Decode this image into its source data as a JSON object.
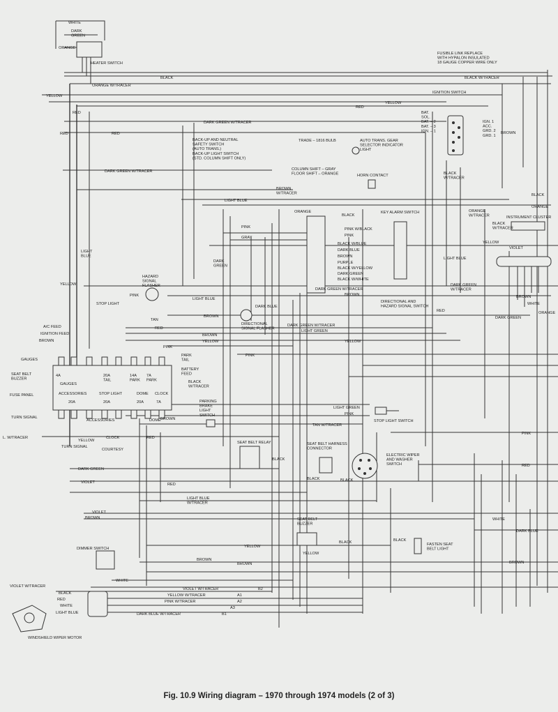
{
  "caption": "Fig. 10.9 Wiring diagram – 1970 through 1974 models (2 of 3)",
  "labels": {
    "white_top": "WHITE",
    "dark_green_top": "DARK\nGREEN",
    "orange_top": "ORANGE",
    "heater_switch": "HEATER SWITCH",
    "fusible_link": "FUSIBLE LINK REPLACE\nWITH HYPALON INSULATED\n18 GAUGE COPPER WIRE ONLY",
    "black_1": "BLACK",
    "black_w_tracer_1": "BLACK W/TRACER",
    "orange_w_tracer_1": "ORANGE W/TRACER",
    "ignition_switch": "IGNITION SWITCH",
    "yellow_left": "YELLOW",
    "yellow_2": "YELLOW",
    "red_1": "RED",
    "red_2": "RED",
    "red_3": "RED",
    "red_4": "RED",
    "dark_green_w_tracer_1": "DARK GREEN W/TRACER",
    "backup_switch": "BACK-UP AND NEUTRAL\nSAFETY SWITCH\n(AUTO TRANS.)\nBACK-UP LIGHT SWITCH\n(STD. COLUMN SHIFT ONLY)",
    "bulb": "TRADE – 1816 BULB",
    "gear_selector": "AUTO TRANS. GEAR\nSELECTOR INDICATOR\nLIGHT",
    "ign_bat": "BAT.\nSOL.\nBAT. – 2\nBAT. – 3\nIGN. – 1",
    "ign_right": "IGN. 1\nACC.\nGRD. 2\nGRD. 1",
    "brown_1": "BROWN",
    "dark_green_w_tracer_2": "DARK GREEN W/TRACER",
    "column_shift": "COLUMN SHIFT – GRAY\nFLOOR SHIFT – ORANGE",
    "horn_contact": "HORN CONTACT",
    "black_w_tracer_2": "BLACK\nW/TRACER",
    "brown_w_tracer": "BROWN\nW/TRACER",
    "light_blue_1": "LIGHT BLUE",
    "black_2": "BLACK",
    "orange_1": "ORANGE",
    "black_3": "BLACK",
    "key_alarm": "KEY ALARM SWITCH",
    "orange_w_tracer_2": "ORANGE\nW/TRACER",
    "black_w_tracer_3": "BLACK\nW/TRACER",
    "instrument_cluster": "INSTRUMENT CLUSTER",
    "orange_2": "ORANGE",
    "pink_1": "PINK",
    "pink_w_black": "PINK W/BLACK",
    "pink_2": "PINK",
    "gray": "GRAY",
    "black_w_blue": "BLACK W/BLUE",
    "dark_blue": "DARK BLUE",
    "brown_2": "BROWN",
    "purple": "PURPLE",
    "black_w_yellow": "BLACK W/YELLOW",
    "dark_green_1": "DARK GREEN",
    "black_w_white": "BLACK W/WHITE",
    "yellow_3": "YELLOW",
    "violet_1": "VIOLET",
    "light_blue_2": "LIGHT\nBLUE",
    "dark_green_2": "DARK\nGREEN",
    "dark_green_w_tracer_3": "DARK GREEN W/TRACER",
    "brown_3": "BROWN",
    "directional_switch": "DIRECTIONAL AND\nHAZARD SIGNAL SWITCH",
    "light_blue_3": "LIGHT BLUE",
    "dark_green_w_tracer_4": "DARK GREEN\nW/TRACER",
    "brown_4": "BROWN",
    "white_1": "WHITE",
    "orange_3": "ORANGE",
    "yellow_4": "YELLOW",
    "hazard_flasher": "HAZARD\nSIGNAL\nFLASHER",
    "pink_3": "PINK",
    "light_blue_4": "LIGHT BLUE",
    "stop_light": "STOP LIGHT",
    "tan": "TAN",
    "red_5": "RED",
    "brown_5": "BROWN",
    "dark_blue_2": "DARK BLUE",
    "dark_green_w_tracer_5": "DARK GREEN W/TRACER",
    "light_green": "LIGHT GREEN",
    "directional_flasher": "DIRECTIONAL\nSIGNAL FLASHER",
    "dark_green_3": "DARK GREEN",
    "red_6": "RED",
    "ac_feed": "A/C FEED",
    "ignition_feed": "IGNITION FEED",
    "brown_6": "BROWN",
    "brown_7": "BROWN",
    "yellow_5": "YELLOW",
    "yellow_6": "YELLOW",
    "pink_4": "PINK",
    "pink_5": "PINK",
    "gauges": "GAUGES",
    "seat_belt_buzzer": "SEAT BELT\nBUZZER",
    "park_tail": "PARK\nTAIL",
    "battery_feed": "BATTERY\nFEED",
    "fuse_gauges": "GAUGES",
    "fuse_20a_tail": "20A\nTAIL",
    "fuse_14a_park": "14A\nPARK",
    "fuse_7a_park": "7A\nPARK",
    "fuse_4a": "4A",
    "fuse_panel": "FUSE PANEL",
    "fuse_accessories": "ACCESSORIES",
    "fuse_stop_light": "STOP LIGHT",
    "fuse_dome": "DOME",
    "fuse_clock": "CLOCK",
    "fuse_20a_1": "20A",
    "fuse_20a_2": "20A",
    "fuse_20a_3": "20A",
    "fuse_7a": "7A",
    "black_w_tracer_4": "BLACK\nW/TRACER",
    "brown_8": "BROWN",
    "turn_signal_1": "TURN SIGNAL",
    "accessories": "ACCESSORIES",
    "dome": "DOME",
    "parking_brake": "PARKING\nBRAKE\nLIGHT\nSWITCH",
    "light_green_2": "LIGHT GREEN",
    "pink_6": "PINK",
    "stop_light_switch": "STOP LIGHT SWITCH",
    "tan_w_tracer": "TAN W/TRACER",
    "yellow_7": "YELLOW",
    "turn_signal_2": "TURN SIGNAL",
    "courtesy": "COURTESY",
    "red_7": "RED",
    "l_w_tracer": "L. W/TRACER",
    "clock": "CLOCK",
    "pink_7": "PINK",
    "seat_belt_relay": "SEAT BELT RELAY",
    "seat_belt_harness": "SEAT BELT HARNESS\nCONNECTOR",
    "electric_wiper": "ELECTRIC WIPER\nAND WASHER\nSWITCH",
    "dark_green_4": "DARK GREEN",
    "black_4": "BLACK",
    "black_5": "BLACK",
    "black_6": "BLACK",
    "violet_2": "VIOLET",
    "red_8": "RED",
    "red_9": "RED",
    "light_blue_w_tracer": "LIGHT BLUE\nW/TRACER",
    "violet_3": "VIOLET",
    "brown_9": "BROWN",
    "white_2": "WHITE",
    "dark_blue_3": "DARK BLUE",
    "seat_belt_buzzer_2": "SEAT BELT\nBUZZER",
    "yellow_8": "YELLOW",
    "yellow_9": "YELLOW",
    "black_7": "BLACK",
    "black_8": "BLACK",
    "fasten_seat_belt": "FASTEN SEAT\nBELT LIGHT",
    "dimmer_switch": "DIMMER SWITCH",
    "brown_10": "BROWN",
    "brown_11": "BROWN",
    "brown_12": "BROWN",
    "white_3": "WHITE",
    "violet_w_tracer_1": "VIOLET W/TRACER",
    "violet_w_tracer_2": "VIOLET W/TRACER",
    "black_9": "BLACK",
    "red_10": "RED",
    "white_4": "WHITE",
    "yellow_w_tracer": "YELLOW W/TRACER",
    "pink_w_tracer": "PINK W/TRACER",
    "light_blue_5": "LIGHT BLUE",
    "dark_blue_w_tracer": "DARK BLUE W/TRACER",
    "windshield_wiper_motor": "WINDSHIELD WIPER MOTOR",
    "code_b2": "B2",
    "code_a1": "A1",
    "code_a2": "A2",
    "code_a3": "A3",
    "code_b1": "B1"
  }
}
